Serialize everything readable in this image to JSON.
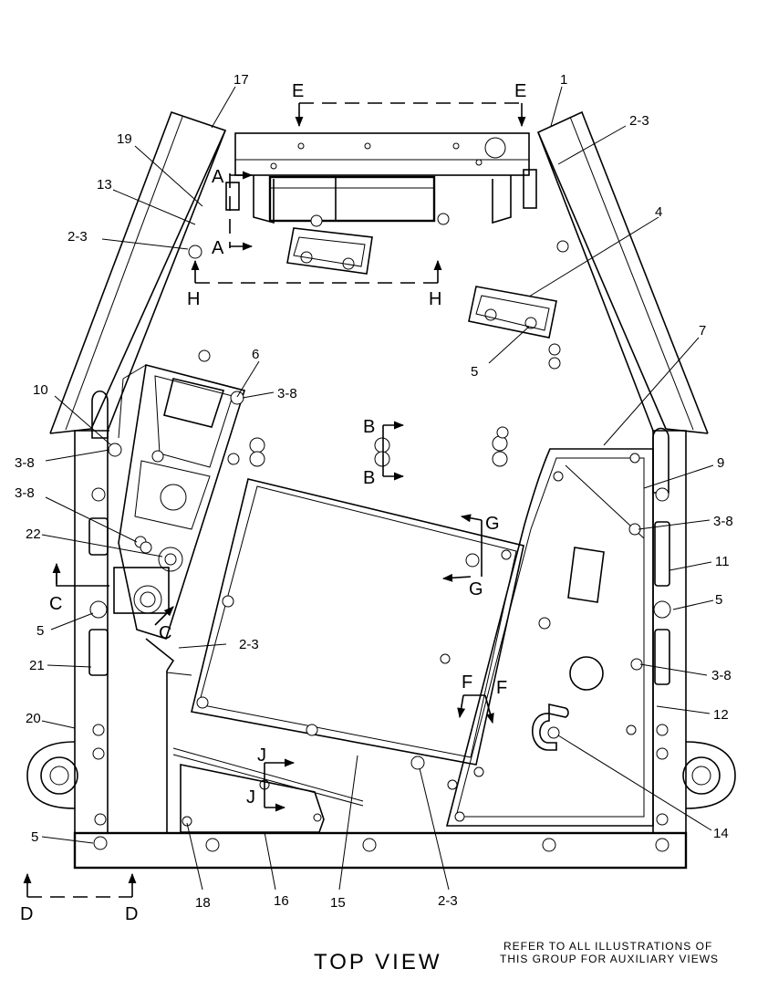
{
  "view_title": "TOP VIEW",
  "note_lines": [
    "REFER TO ALL ILLUSTRATIONS OF",
    "THIS GROUP FOR AUXILIARY VIEWS"
  ],
  "callouts": {
    "c1": "1",
    "c17": "17",
    "c19": "19",
    "c13": "13",
    "c23a": "2-3",
    "c23b": "2-3",
    "c4": "4",
    "c5a": "5",
    "c6": "6",
    "c38a": "3-8",
    "c7": "7",
    "c10": "10",
    "c38b": "3-8",
    "c9": "9",
    "c38c": "3-8",
    "c38d": "3-8",
    "c22": "22",
    "c11": "11",
    "c5b": "5",
    "c5c": "5",
    "c23c": "2-3",
    "c21": "21",
    "c38e": "3-8",
    "c20": "20",
    "c12": "12",
    "c14": "14",
    "c5d": "5",
    "c18": "18",
    "c16": "16",
    "c15": "15",
    "c23d": "2-3"
  },
  "section_marks": {
    "e_left": "E",
    "e_right": "E",
    "a_top": "A",
    "a_bottom": "A",
    "h_left": "H",
    "h_right": "H",
    "b_top": "B",
    "b_bottom": "B",
    "g_top": "G",
    "g_bottom": "G",
    "c_left": "C",
    "c_inner": "C",
    "f_left": "F",
    "f_right": "F",
    "j_top": "J",
    "j_bottom": "J",
    "d_left": "D",
    "d_right": "D"
  }
}
